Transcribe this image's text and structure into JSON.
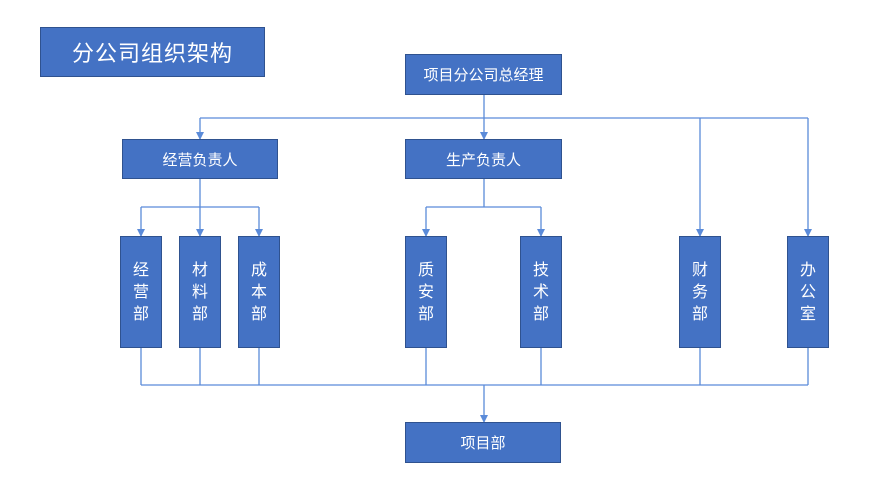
{
  "title": "分公司组织架构",
  "gm": "项目分公司总经理",
  "business_head": "经营负责人",
  "production_head": "生产负责人",
  "departments": {
    "business": "经营部",
    "materials": "材料部",
    "cost": "成本部",
    "quality_safety": "质安部",
    "technology": "技术部",
    "finance": "财务部",
    "office": "办公室"
  },
  "project_dept": "项目部",
  "colors": {
    "box_fill": "#4472C4",
    "box_border": "#2F528F",
    "line": "#5B8BD9",
    "text": "#FFFFFF"
  }
}
